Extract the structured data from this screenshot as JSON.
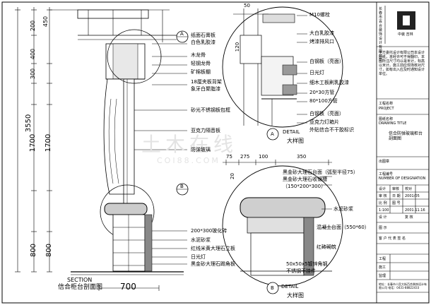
{
  "dimensions": {
    "left": [
      "200",
      "450",
      "400",
      "300",
      "1700",
      "1700",
      "800",
      "800"
    ],
    "top_left": "3550",
    "width": "700",
    "detail_a_top": "50",
    "detail_a_side": "120",
    "detail_b_top": [
      "75",
      "275",
      "100",
      "350"
    ],
    "detail_b_side": "20"
  },
  "labels_a": [
    "纸面石膏板",
    "白色乳胶漆",
    "木龙骨",
    "轻钢龙骨",
    "矿棉板棚",
    "18厘夹板背架",
    "象牙白聚脂漆",
    "砂光不锈钢板包框",
    "亚克力隔音板",
    "防弹玻璃"
  ],
  "labels_b": [
    "200*300玻化砖",
    "水泥砂浆",
    "红线米黄大理石立板",
    "日光灯",
    "黑金砂大理石踢角板"
  ],
  "detail_a_labels": [
    "M10螺栓",
    "大白乳胶漆",
    "烤漆排风口",
    "白钢板（亮面）",
    "日光灯",
    "细木工板刷乳胶漆",
    "20*30方管",
    "80*100方管",
    "白钢板（亮面）",
    "亚克力灯箱片",
    "外贴信合不干胶标识"
  ],
  "detail_b_labels": [
    "黑金砂大理石台面（弧型半径75）",
    "黑金砂大理石收镶槽",
    "（150*200*300）",
    "水泥砂浆",
    "混凝土台面（550*60）",
    "红砖砌筑",
    "50x50x5镀锌角钢",
    "不锈钢干挂件"
  ],
  "markers": {
    "a": "A",
    "b": "B",
    "a_detail": "A",
    "b_detail": "B"
  },
  "detail_word": "DETAIL",
  "detail_title": "大样图",
  "section_word": "SECTION",
  "section_title": "信合柜台剖面图",
  "title_block": {
    "logo_caption": "中装 吉林",
    "company_vertical": "长春市百合装饰设计有限公司",
    "notes": "甲方委托设计有限公司本设计图纸，未经许可不得翻印。本图所注尺寸均以毫米计，标高以米计。施工前应现场核对尺寸，如有出入应及时通知设计单位。",
    "project_label": "工程名称",
    "project_en": "PROJECT",
    "drawing_label": "图纸名称",
    "drawing_en": "DRAWING TITLE",
    "drawing_name": "信合防弹玻璃柜台剖面图",
    "stamp_label": "出图章",
    "number_label": "工程编号",
    "number_en": "NUMBER OF DESIGNATION",
    "row_headers": [
      "设计",
      "审核",
      "校对"
    ],
    "row2": [
      "审 核",
      "日 期",
      "2001/05"
    ],
    "row3": [
      "比 例",
      "图 号",
      "1:100",
      "2001.11.16"
    ],
    "row4": [
      "设 计",
      "复 核"
    ],
    "row5": "图 示",
    "row6": "客 户 代 表 签 名",
    "row7": [
      "工程",
      "施工",
      "监理"
    ],
    "footer": "地址：长春市人民大街百合装饰设计有限公司  电话：0431-88822433"
  },
  "watermark": "土木在线",
  "watermark_en": "COI88.COM"
}
